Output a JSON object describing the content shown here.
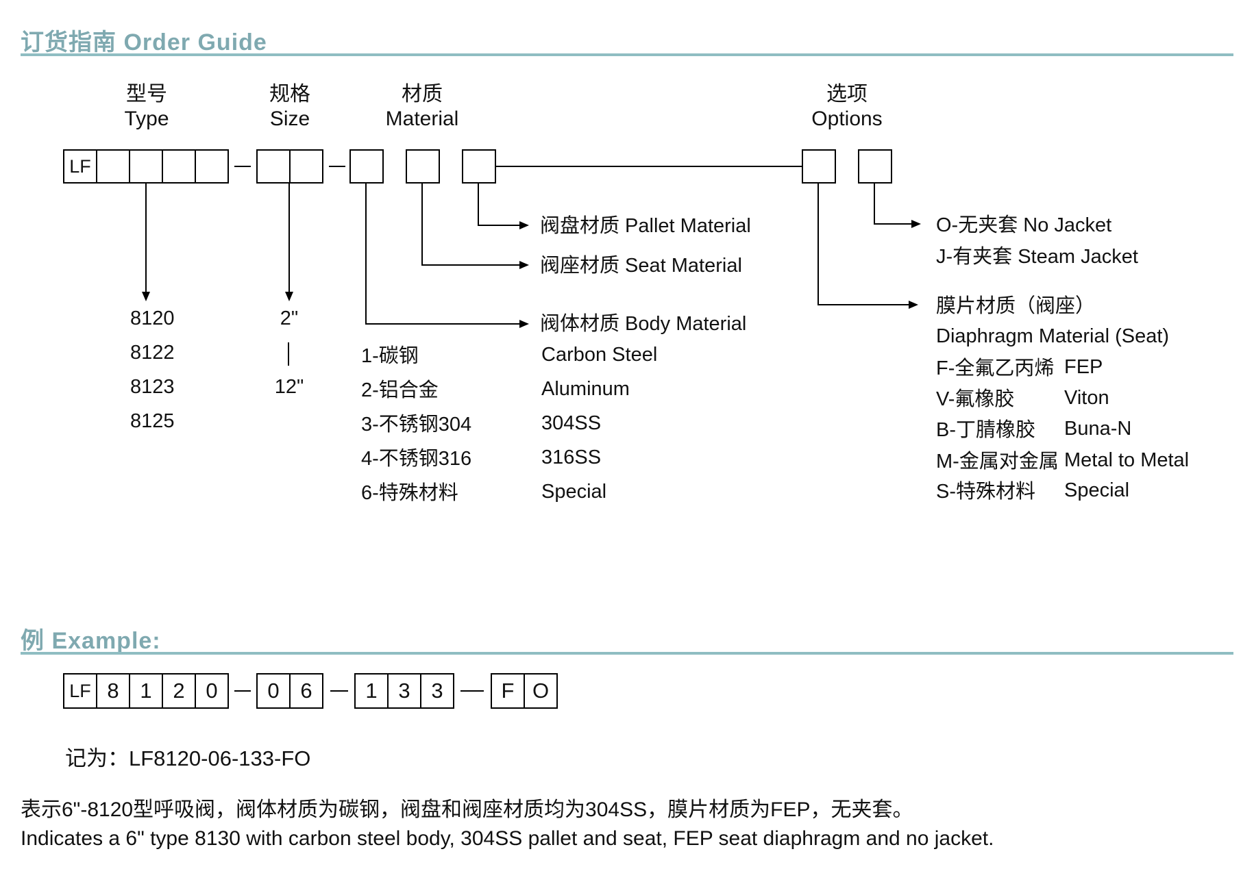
{
  "page": {
    "title": "订货指南 Order Guide",
    "example_title": "例 Example:"
  },
  "colors": {
    "accent": "#7FA9B0",
    "rule": "#8FBDC2"
  },
  "diagram": {
    "headers": {
      "type_cn": "型号",
      "type_en": "Type",
      "size_cn": "规格",
      "size_en": "Size",
      "material_cn": "材质",
      "material_en": "Material",
      "options_cn": "选项",
      "options_en": "Options"
    },
    "prefix": "LF",
    "type_list": [
      "8120",
      "8122",
      "8123",
      "8125"
    ],
    "size": {
      "min": "2\"",
      "max": "12\""
    },
    "material_pointers": {
      "pallet": "阀盘材质 Pallet Material",
      "seat": "阀座材质 Seat Material",
      "body": "阀体材质 Body Material"
    },
    "material_list": [
      {
        "cn": "1-碳钢",
        "en": "Carbon Steel"
      },
      {
        "cn": "2-铝合金",
        "en": "Aluminum"
      },
      {
        "cn": "3-不锈钢304",
        "en": "304SS"
      },
      {
        "cn": "4-不锈钢316",
        "en": "316SS"
      },
      {
        "cn": "6-特殊材料",
        "en": "Special"
      }
    ],
    "options": {
      "no_jacket": "O-无夹套 No Jacket",
      "steam_jacket": "J-有夹套 Steam Jacket",
      "diaphragm_cn": "膜片材质（阀座）",
      "diaphragm_en": "Diaphragm Material (Seat)",
      "diaphragm_list": [
        {
          "cn": "F-全氟乙丙烯",
          "en": "FEP"
        },
        {
          "cn": "V-氟橡胶",
          "en": "Viton"
        },
        {
          "cn": "B-丁腈橡胶",
          "en": "Buna-N"
        },
        {
          "cn": "M-金属对金属",
          "en": "Metal to Metal"
        },
        {
          "cn": "S-特殊材料",
          "en": "Special"
        }
      ]
    }
  },
  "example": {
    "cells": {
      "g1": [
        "LF",
        "8",
        "1",
        "2",
        "0"
      ],
      "g2": [
        "0",
        "6"
      ],
      "g3": [
        "1",
        "3",
        "3"
      ],
      "g4": [
        "F",
        "O"
      ]
    },
    "code_label": "记为：LF8120-06-133-FO",
    "note_cn": "表示6\"-8120型呼吸阀，阀体材质为碳钢，阀盘和阀座材质均为304SS，膜片材质为FEP，无夹套。",
    "note_en": "Indicates a 6\" type 8130 with carbon steel body, 304SS pallet and seat, FEP seat diaphragm and no jacket."
  }
}
